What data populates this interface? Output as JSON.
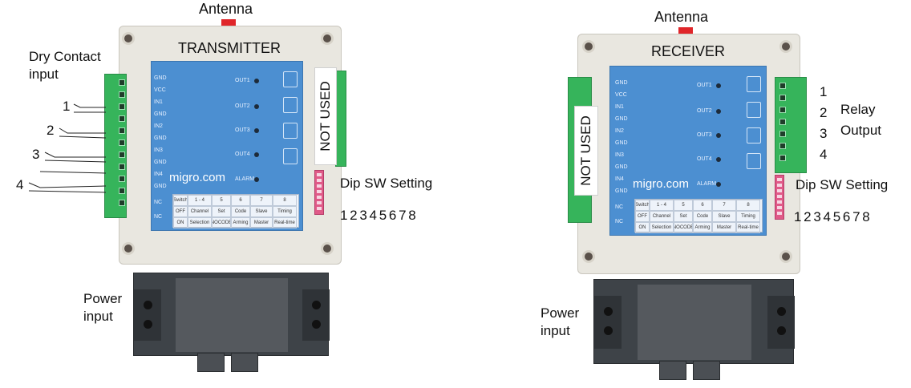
{
  "colors": {
    "antenna": "#e0262a",
    "panel": "#4c8fd1",
    "terminal": "#36b45b",
    "dip_switch": "#e05a88",
    "casing": "#e9e7e0",
    "psu": "#3e4348"
  },
  "transmitter": {
    "antenna_label": "Antenna",
    "title": "TRANSMITTER",
    "input_label_line1": "Dry Contact",
    "input_label_line2": "input",
    "input_numbers": [
      "1",
      "2",
      "3",
      "4"
    ],
    "not_used": "NOT USED",
    "dip_label": "Dip SW Setting",
    "dip_numbers": "1 2 3 4 5 6 7 8",
    "brand": "migro.com",
    "power_line1": "Power",
    "power_line2": "input",
    "pins": [
      "GND",
      "VCC",
      "IN1",
      "GND",
      "IN2",
      "GND",
      "IN3",
      "GND",
      "IN4",
      "GND",
      "NC",
      "NC"
    ],
    "outs": [
      "OUT1",
      "OUT2",
      "OUT3",
      "OUT4"
    ],
    "alarm": "ALARM"
  },
  "receiver": {
    "antenna_label": "Antenna",
    "title": "RECEIVER",
    "output_numbers": [
      "1",
      "2",
      "3",
      "4"
    ],
    "output_label_line1": "Relay",
    "output_label_line2": "Output",
    "not_used": "NOT USED",
    "dip_label": "Dip SW Setting",
    "dip_numbers": "1 2 3 4 5 6 7 8",
    "brand": "migro.com",
    "power_line1": "Power",
    "power_line2": "input",
    "pins": [
      "GND",
      "VCC",
      "IN1",
      "GND",
      "IN2",
      "GND",
      "IN3",
      "GND",
      "IN4",
      "GND",
      "NC",
      "NC"
    ],
    "outs": [
      "OUT1",
      "OUT2",
      "OUT3",
      "OUT4"
    ],
    "alarm": "ALARM"
  },
  "dip_table": [
    [
      "Switch",
      "1 - 4",
      "5",
      "6",
      "7",
      "8"
    ],
    [
      "OFF",
      "Channel",
      "Set",
      "Code",
      "Slave",
      "Timing"
    ],
    [
      "ON",
      "Selection",
      "NOCODE",
      "Arming",
      "Master",
      "Real-time"
    ]
  ]
}
